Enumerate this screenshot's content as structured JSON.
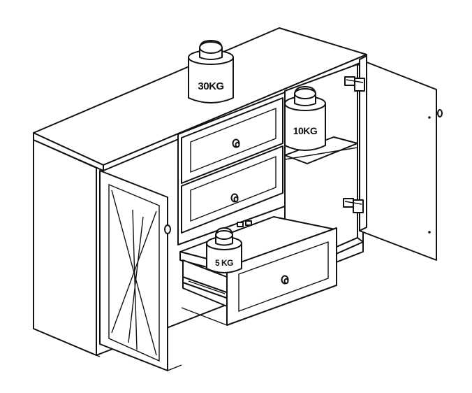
{
  "colors": {
    "stroke": "#111111",
    "fill": "#ffffff"
  },
  "weights": {
    "top": "30KG",
    "shelf": "10KG",
    "drawer": "5 KG"
  }
}
